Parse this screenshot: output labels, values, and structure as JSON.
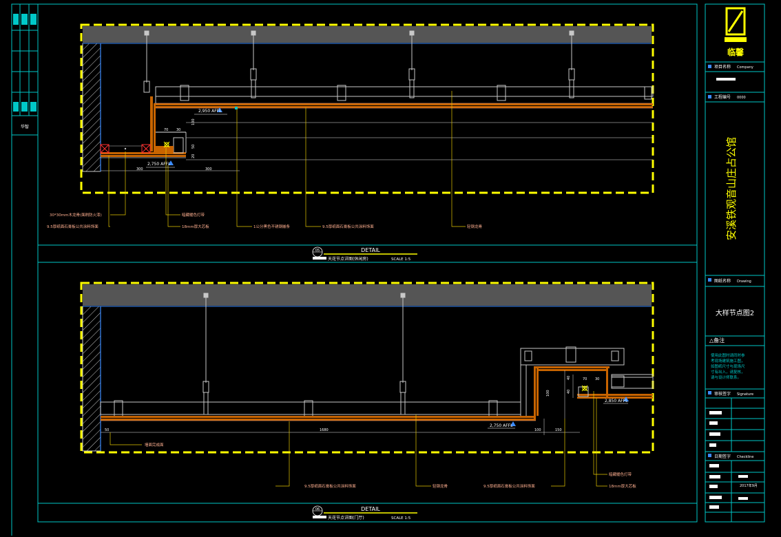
{
  "colors": {
    "frame": "#00c8c8",
    "dashed": "#ffff00",
    "slab": "#555555",
    "leader": "#e6c800",
    "label": "#ffb090",
    "board": "#c86400",
    "profile": "#c8c8c8",
    "blue": "#3c8cff",
    "wall": "#c8c8c8",
    "dim": "#e6e6e6"
  },
  "sidebar": {
    "logo_text": "华智"
  },
  "title_block": {
    "brand": "临馨",
    "company_label": "项目名称",
    "company_tag": "Company",
    "contract_label": "工程编号",
    "contract_tag": "0000",
    "project_name": "安溪铁观音山庄占公馆",
    "drawing_label": "图纸名称",
    "drawing_tag": "Drawing",
    "drawing_title": "大样节点图2",
    "notes_heading": "△备注",
    "notes_text": [
      "使用此图时请同时参",
      "考现场建筑施工图，",
      "如图纸尺寸与现场尺",
      "寸有出入，请复核，",
      "请与设计师联系。"
    ],
    "sign_label": "审核签字",
    "sign_tag": "Signature",
    "sig2_label": "日期签字",
    "sig2_tag": "Checkline",
    "date_value": "2017年9月"
  },
  "detail_top": {
    "num": "05",
    "word": "DETAIL",
    "title": "天花节点详图(休闲房)",
    "scale": "SCALE 1:5",
    "level_upper": "2,950 AFFL",
    "level_lower": "2,750 AFFL",
    "dims": [
      "70",
      "30",
      "100",
      "50",
      "20",
      "300",
      "300"
    ],
    "callouts": [
      "30*30mm木龙骨(面刷防火漆)",
      "9.5厚纸面石膏板公共涂料饰面",
      "暗藏暖色灯带",
      "18mm厚大芯板",
      "1公分黑色不锈钢嵌条",
      "9.5厚纸面石膏板公共涂料饰面",
      "轻钢龙骨"
    ]
  },
  "detail_bottom": {
    "num": "06",
    "word": "DETAIL",
    "title": "天花节点详图(门厅)",
    "scale": "SCALE 1:5",
    "level_right": "2,850 AFFL",
    "level_mid": "2,750 AFFL",
    "dims": [
      "50",
      "1680",
      "100",
      "150",
      "40",
      "70",
      "30",
      "100",
      "40"
    ],
    "callouts": [
      "墙面完成面",
      "9.5厚纸面石膏板公共涂料饰面",
      "轻钢龙骨",
      "9.5厚纸面石膏板公共涂料饰面",
      "暗藏暖色灯带",
      "18mm厚大芯板"
    ]
  }
}
